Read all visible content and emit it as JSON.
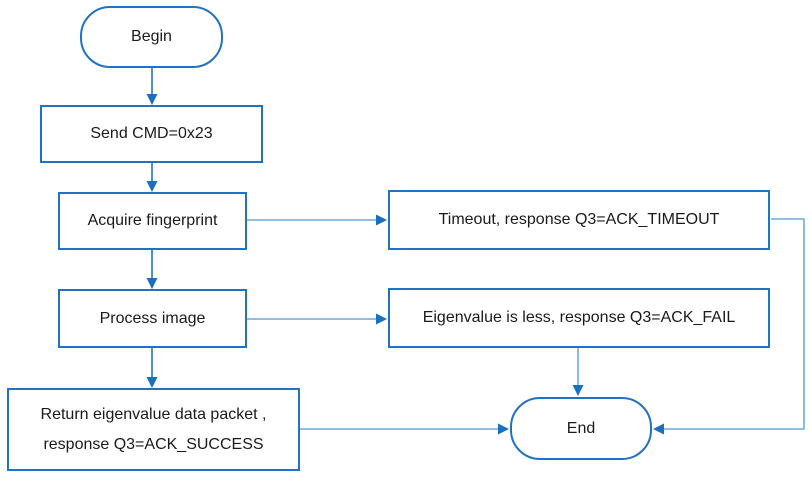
{
  "diagram": {
    "type": "flowchart",
    "nodes": {
      "begin": {
        "label": "Begin",
        "shape": "terminator"
      },
      "send_cmd": {
        "label": "Send CMD=0x23",
        "shape": "process"
      },
      "acquire": {
        "label": "Acquire fingerprint",
        "shape": "process"
      },
      "process_image": {
        "label": "Process image",
        "shape": "process"
      },
      "timeout": {
        "label": "Timeout, response Q3=ACK_TIMEOUT",
        "shape": "process"
      },
      "fail": {
        "label": "Eigenvalue is less, response Q3=ACK_FAIL",
        "shape": "process"
      },
      "success": {
        "label_line1": "Return eigenvalue data packet ,",
        "label_line2": "response Q3=ACK_SUCCESS",
        "shape": "process"
      },
      "end": {
        "label": "End",
        "shape": "terminator"
      }
    },
    "edges": [
      {
        "from": "begin",
        "to": "send_cmd"
      },
      {
        "from": "send_cmd",
        "to": "acquire"
      },
      {
        "from": "acquire",
        "to": "process_image"
      },
      {
        "from": "acquire",
        "to": "timeout"
      },
      {
        "from": "process_image",
        "to": "fail"
      },
      {
        "from": "process_image",
        "to": "success"
      },
      {
        "from": "timeout",
        "to": "end"
      },
      {
        "from": "fail",
        "to": "end"
      },
      {
        "from": "success",
        "to": "end"
      }
    ],
    "colors": {
      "shape-border": "#1F72C4",
      "connector-dark": "#2273C8",
      "connector-light": "#6FA8DC",
      "arrowhead": "#1B6FC0",
      "text": "#1A1A1A",
      "canvas-background": "#FFFFFF"
    }
  }
}
